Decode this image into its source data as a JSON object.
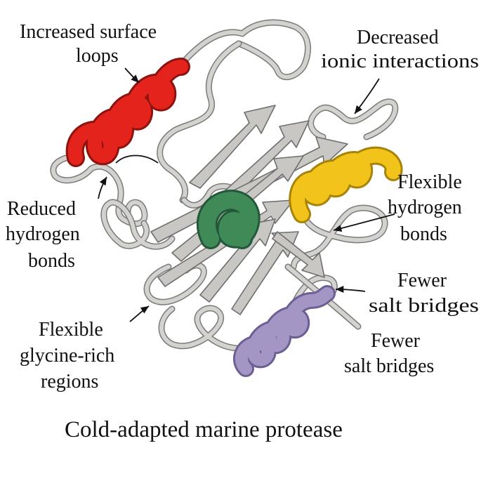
{
  "title": "Cold-adapted marine protease",
  "colors": {
    "loop": "#d4d2cf",
    "strand": "#c9c7c4",
    "helix_red": "#e3231c",
    "helix_yellow": "#f2c31b",
    "helix_green": "#3f8a57",
    "helix_purple": "#a496c4"
  },
  "annotations": {
    "surface_loops": {
      "line1": "Increased surface",
      "line2": "loops"
    },
    "ionic": {
      "line1": "Decreased",
      "line2": "ionic interactions"
    },
    "reduced_hbonds": {
      "line1": "Reduced",
      "line2": "hydrogen",
      "line3": "bonds"
    },
    "flexible_hbonds": {
      "line1": "Flexible",
      "line2": "hydrogen",
      "line3": "bonds"
    },
    "salt_bridges_1": {
      "line1": "Fewer",
      "line2": "salt bridges"
    },
    "salt_bridges_2": {
      "line1": "Fewer",
      "line2": "salt bridges"
    },
    "glycine": {
      "line1": "Flexible",
      "line2": "glycine-rich",
      "line3": "regions"
    }
  }
}
